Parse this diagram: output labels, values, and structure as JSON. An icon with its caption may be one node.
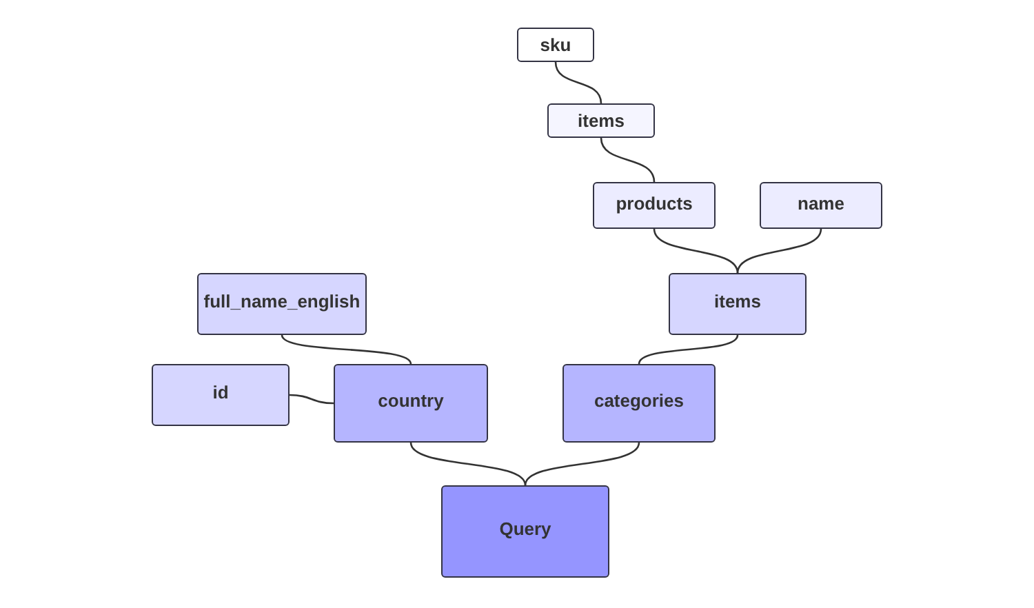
{
  "diagram": {
    "nodes": [
      {
        "text": [
          "sku"
        ]
      },
      {
        "text": [
          "items"
        ]
      },
      {
        "text": [
          "products"
        ]
      },
      {
        "text": [
          "name"
        ]
      },
      {
        "text": [
          "full_name_english"
        ]
      },
      {
        "text": [
          "items"
        ]
      },
      {
        "text": [
          "id"
        ]
      },
      {
        "text": [
          "country"
        ]
      },
      {
        "text": [
          "categories"
        ]
      },
      {
        "text": [
          "Query"
        ]
      }
    ],
    "edges": [
      {
        "from": 0,
        "to": 1,
        "arrow": "none"
      },
      {
        "from": 1,
        "to": 2,
        "arrow": "none"
      },
      {
        "from": 2,
        "to": 5,
        "arrow": "none"
      },
      {
        "from": 3,
        "to": 5,
        "arrow": "none"
      },
      {
        "from": 4,
        "to": 7,
        "arrow": "none"
      },
      {
        "from": 6,
        "to": 7,
        "arrow": "none"
      },
      {
        "from": 5,
        "to": 8,
        "arrow": "none"
      },
      {
        "from": 7,
        "to": 9,
        "arrow": "none"
      },
      {
        "from": 8,
        "to": 9,
        "arrow": "none"
      }
    ]
  }
}
